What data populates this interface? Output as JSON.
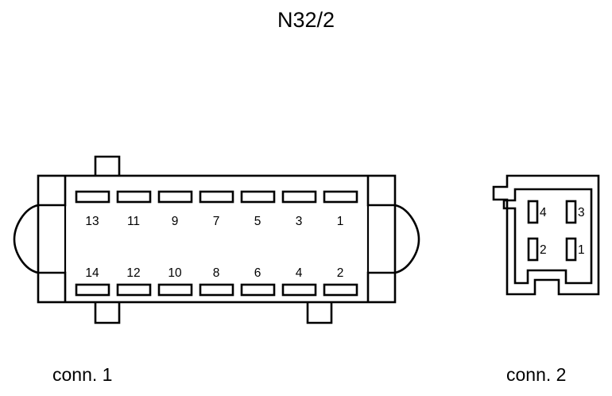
{
  "diagram": {
    "title": "N32/2",
    "type": "connector-pinout"
  },
  "connector1": {
    "caption": "conn. 1",
    "pin_count": 14,
    "top_row": [
      {
        "number": "13"
      },
      {
        "number": "11"
      },
      {
        "number": "9"
      },
      {
        "number": "7"
      },
      {
        "number": "5"
      },
      {
        "number": "3"
      },
      {
        "number": "1"
      }
    ],
    "bottom_row": [
      {
        "number": "14"
      },
      {
        "number": "12"
      },
      {
        "number": "10"
      },
      {
        "number": "8"
      },
      {
        "number": "6"
      },
      {
        "number": "4"
      },
      {
        "number": "2"
      }
    ]
  },
  "connector2": {
    "caption": "conn. 2",
    "pin_count": 4,
    "top_row": [
      {
        "number": "4"
      },
      {
        "number": "3"
      }
    ],
    "bottom_row": [
      {
        "number": "2"
      },
      {
        "number": "1"
      }
    ]
  },
  "colors": {
    "background": "#ffffff",
    "stroke": "#000000",
    "text": "#000000"
  }
}
